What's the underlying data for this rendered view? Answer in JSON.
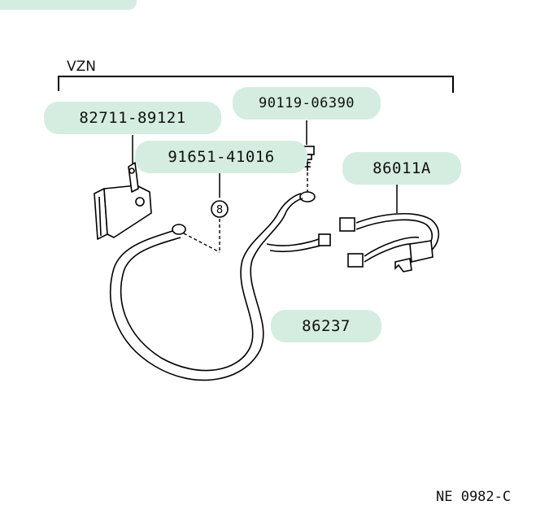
{
  "diagram": {
    "group_label": "VZN",
    "parts": [
      {
        "id": "p1",
        "number": "82711-89121"
      },
      {
        "id": "p2",
        "number": "90119-06390"
      },
      {
        "id": "p3",
        "number": "91651-41016"
      },
      {
        "id": "p4",
        "number": "86011A"
      },
      {
        "id": "p5",
        "number": "86237"
      }
    ],
    "figure_code": "NE 0982-C",
    "bolt_symbol": "8"
  },
  "colors": {
    "callout_fill": "#d4ede0",
    "line": "#000000",
    "background": "#ffffff"
  }
}
